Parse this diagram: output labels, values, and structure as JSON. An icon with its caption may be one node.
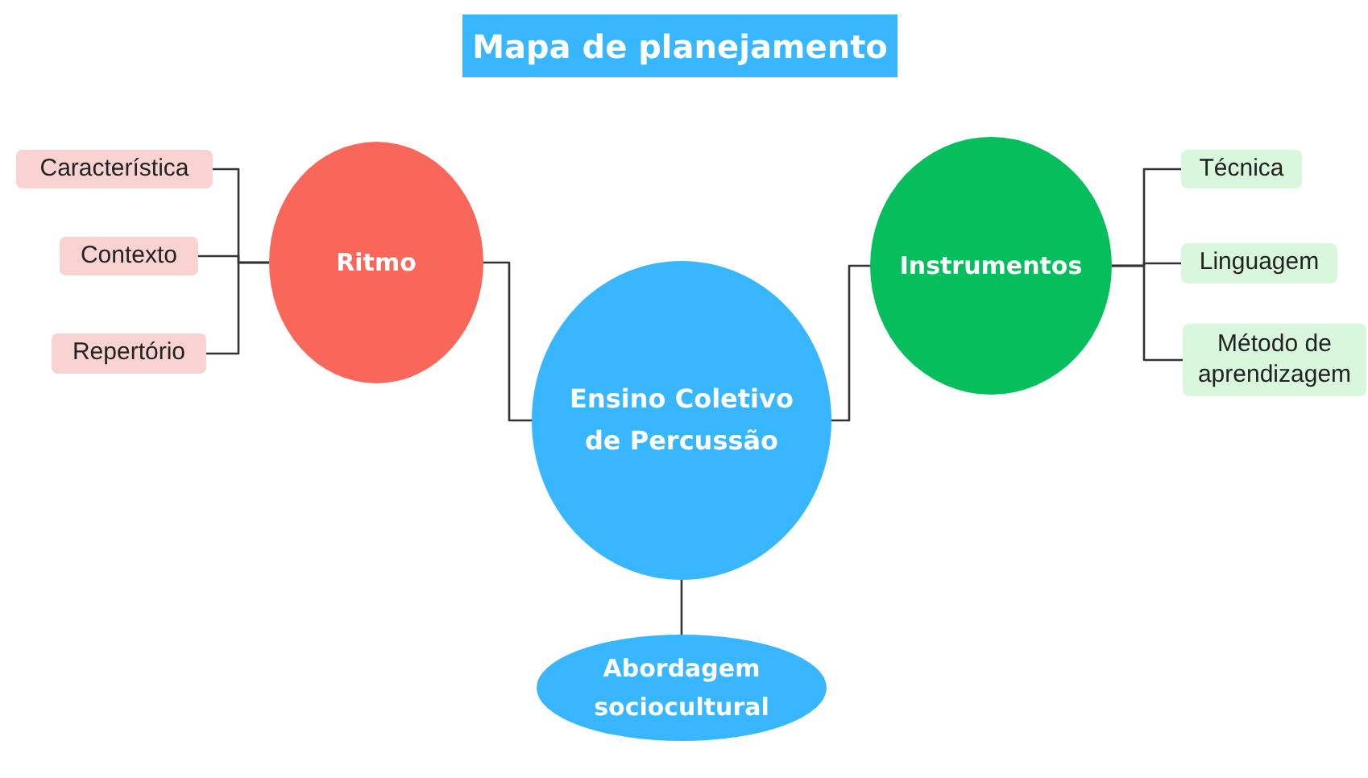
{
  "diagram": {
    "title": "Mapa de planejamento",
    "nodes": [
      {
        "text": [
          "Ensino Coletivo de Percussão"
        ]
      },
      {
        "text": [
          "Ritmo"
        ]
      },
      {
        "text": [
          "Instrumentos"
        ]
      },
      {
        "text": [
          "Característica"
        ]
      },
      {
        "text": [
          "Contexto"
        ]
      },
      {
        "text": [
          "Repertório"
        ]
      },
      {
        "text": [
          "Técnica"
        ]
      },
      {
        "text": [
          "Linguagem"
        ]
      },
      {
        "text": [
          "Método de aprendizagem"
        ]
      },
      {
        "text": [
          "Abordagem sociocultural"
        ]
      }
    ],
    "edges": [
      {
        "from": 0,
        "to": 1,
        "arrow": "none"
      },
      {
        "from": 0,
        "to": 2,
        "arrow": "none"
      },
      {
        "from": 0,
        "to": 9,
        "arrow": "none"
      },
      {
        "from": 1,
        "to": 3,
        "arrow": "none"
      },
      {
        "from": 1,
        "to": 4,
        "arrow": "none"
      },
      {
        "from": 1,
        "to": 5,
        "arrow": "none"
      },
      {
        "from": 2,
        "to": 6,
        "arrow": "none"
      },
      {
        "from": 2,
        "to": 7,
        "arrow": "none"
      },
      {
        "from": 2,
        "to": 8,
        "arrow": "none"
      }
    ]
  }
}
